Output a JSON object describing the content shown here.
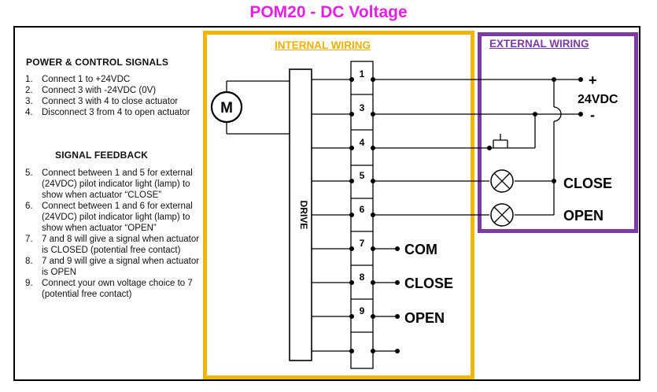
{
  "title": "POM20 - DC Voltage",
  "internal_label": "INTERNAL WIRING",
  "external_label": "EXTERNAL WIRING",
  "power_heading": "POWER & CONTROL SIGNALS",
  "power_items": [
    {
      "num": "1.",
      "text": "Connect 1 to +24VDC"
    },
    {
      "num": "2.",
      "text": "Connect 3 with -24VDC (0V)"
    },
    {
      "num": "3.",
      "text": "Connect 3 with 4 to close actuator"
    },
    {
      "num": "4.",
      "text": "Disconnect 3 from 4 to open actuator"
    }
  ],
  "feedback_heading": "SIGNAL FEEDBACK",
  "feedback_items": [
    {
      "num": "5.",
      "text": "Connect between 1 and 5 for external (24VDC) pilot indicator light (lamp) to show when actuator “CLOSE”"
    },
    {
      "num": "6.",
      "text": "Connect between 1 and 6 for external (24VDC) pilot indicator light (lamp) to show when actuator “OPEN”"
    },
    {
      "num": "7.",
      "text": "7 and 8 will give a signal when actuator is CLOSED (potential free contact)"
    },
    {
      "num": "8.",
      "text": "7 and 9 will give a signal when actuator is OPEN"
    },
    {
      "num": "9.",
      "text": "Connect your own voltage choice to 7 (potential free contact)"
    }
  ],
  "motor_label": "M",
  "drive_label": "DRIVE",
  "terminals": [
    "1",
    "3",
    "4",
    "5",
    "6",
    "7",
    "8",
    "9",
    ""
  ],
  "contact_labels": {
    "com": "COM",
    "close": "CLOSE",
    "open": "OPEN"
  },
  "supply": {
    "plus": "+",
    "voltage": "24VDC",
    "minus": "-"
  },
  "lamp_labels": {
    "close": "CLOSE",
    "open": "OPEN"
  },
  "colors": {
    "title": "#e61ee6",
    "internal": "#f2b600",
    "external": "#7b3aa5"
  }
}
